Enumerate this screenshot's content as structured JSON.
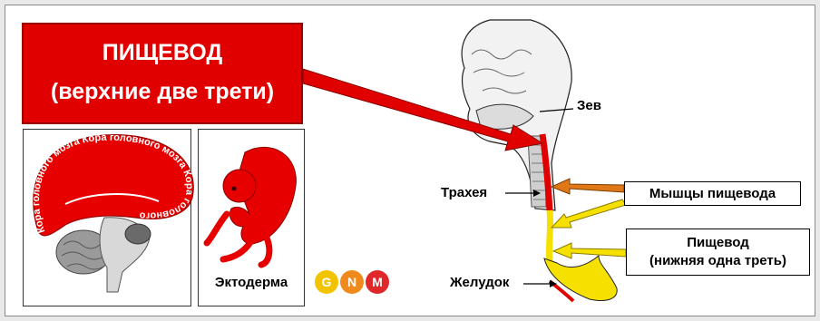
{
  "title": {
    "line1": "ПИЩЕВОД",
    "line2": "(верхние две трети)"
  },
  "brain": {
    "label": "Кора головного мозга"
  },
  "embryo": {
    "label": "Эктодерма"
  },
  "logo": {
    "g": "G",
    "n": "N",
    "m": "M"
  },
  "labels": {
    "pharynx": "Зев",
    "trachea": "Трахея",
    "stomach": "Желудок",
    "muscles": "Мышцы пищевода",
    "lower_line1": "Пищевод",
    "lower_line2": "(нижняя одна треть)"
  },
  "colors": {
    "title_red": "#e00000",
    "esophagus_yellow": "#f5e000",
    "muscle_orange": "#e07818",
    "logo_g": "#f2c400",
    "logo_n": "#f08a1c",
    "logo_m": "#e0282a"
  }
}
